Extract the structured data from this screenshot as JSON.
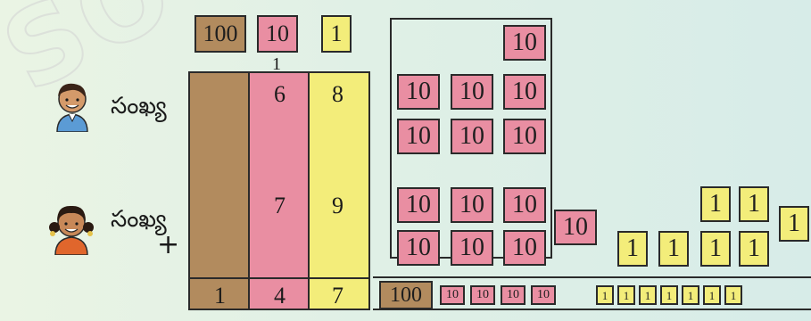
{
  "watermark": "SO",
  "legend": {
    "hundreds": "100",
    "tens": "10",
    "ones": "1"
  },
  "carry_digit": "1",
  "number_label": "సంఖ్య",
  "plus_sign": "+",
  "addend1": {
    "hundreds": "",
    "tens": "6",
    "ones": "8"
  },
  "addend2": {
    "hundreds": "",
    "tens": "7",
    "ones": "9"
  },
  "sum": {
    "hundreds": "1",
    "tens": "4",
    "ones": "7"
  },
  "blocks": {
    "ten": "10",
    "one": "1",
    "hundred": "100"
  },
  "colors": {
    "hundreds": "#b28b5e",
    "tens": "#e98ea2",
    "ones": "#f3ed7a"
  },
  "icons": {
    "boy": "boy-avatar-icon",
    "girl": "girl-avatar-icon"
  }
}
